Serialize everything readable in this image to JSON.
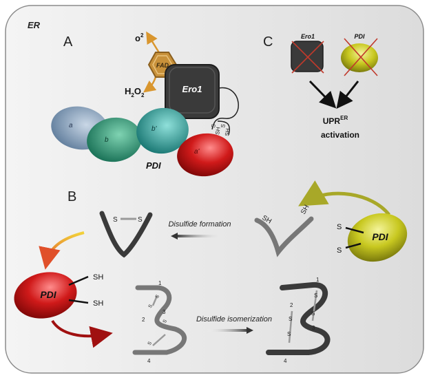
{
  "region_label": "ER",
  "panels": {
    "a": "A",
    "b": "B",
    "c": "C"
  },
  "panel_a": {
    "o2": "o",
    "o2_sup": "2",
    "h2o2": "H",
    "h2o2_sub1": "2",
    "h2o2_mid": "O",
    "h2o2_sub2": "2",
    "fad": "FAD",
    "ero1": "Ero1",
    "pdi_label": "PDI",
    "domains": [
      "a",
      "b",
      "b'",
      "a'"
    ],
    "thiol_left": [
      "S",
      "SH"
    ],
    "thiol_right": [
      "S",
      "SH"
    ]
  },
  "panel_c": {
    "ero1": "Ero1",
    "pdi": "PDI",
    "upr": "UPR",
    "upr_sup": "ER",
    "activation": "activation"
  },
  "panel_b": {
    "disulfide_formation": "Disulfide formation",
    "disulfide_isomerization": "Disulfide isomerization",
    "pdi_red": "PDI",
    "pdi_yellow": "PDI",
    "sh": "SH",
    "s": "S",
    "numbers": [
      "1",
      "2",
      "3",
      "4"
    ]
  },
  "colors": {
    "ero1": "#3a3a3a",
    "fad": "#c8913a",
    "domain_a": "#6f8eae",
    "domain_b": "#1f8a6a",
    "domain_b_prime": "#1f8f8a",
    "domain_a_prime": "#c01818",
    "pdi_yellow": "#c2c21e",
    "cross": "#c0392b"
  }
}
